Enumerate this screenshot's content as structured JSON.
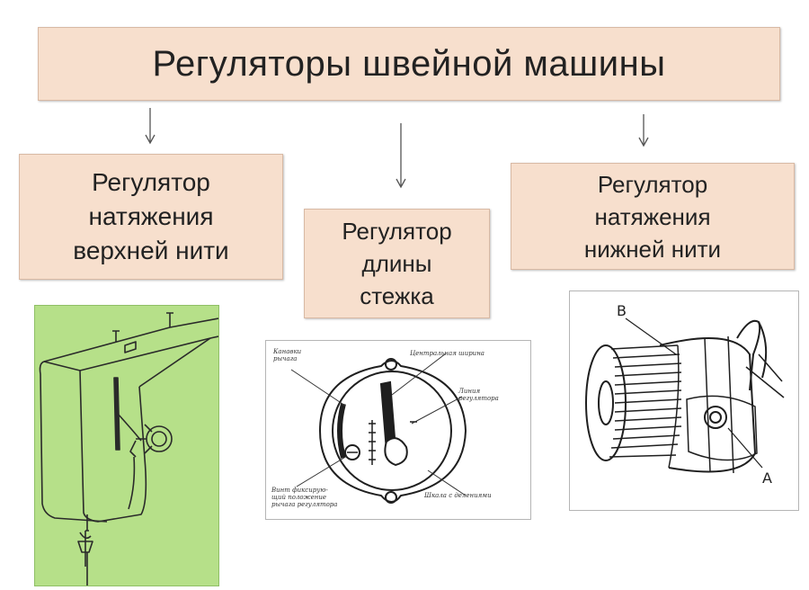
{
  "title": "Регуляторы швейной машины",
  "boxes": {
    "upper": "Регулятор\nнатяжения\nверхней нити",
    "stitch": "Регулятор\nдлины\nстежка",
    "lower": "Регулятор\nнатяжения\nнижней нити"
  },
  "stitch_annotations": {
    "top_left": "Канавки\nрычага",
    "top_right": "Центральная ширина",
    "mid_right": "Линия\nрегулятора",
    "bottom_left": "Винт фиксирую-\nщий положение\nрычага регулятора",
    "bottom_right": "Шкала с делениями"
  },
  "lower_letters": {
    "b": "В",
    "a": "А"
  },
  "colors": {
    "box_fill": "#f7dfcd",
    "photo_green": "#b6e089"
  }
}
